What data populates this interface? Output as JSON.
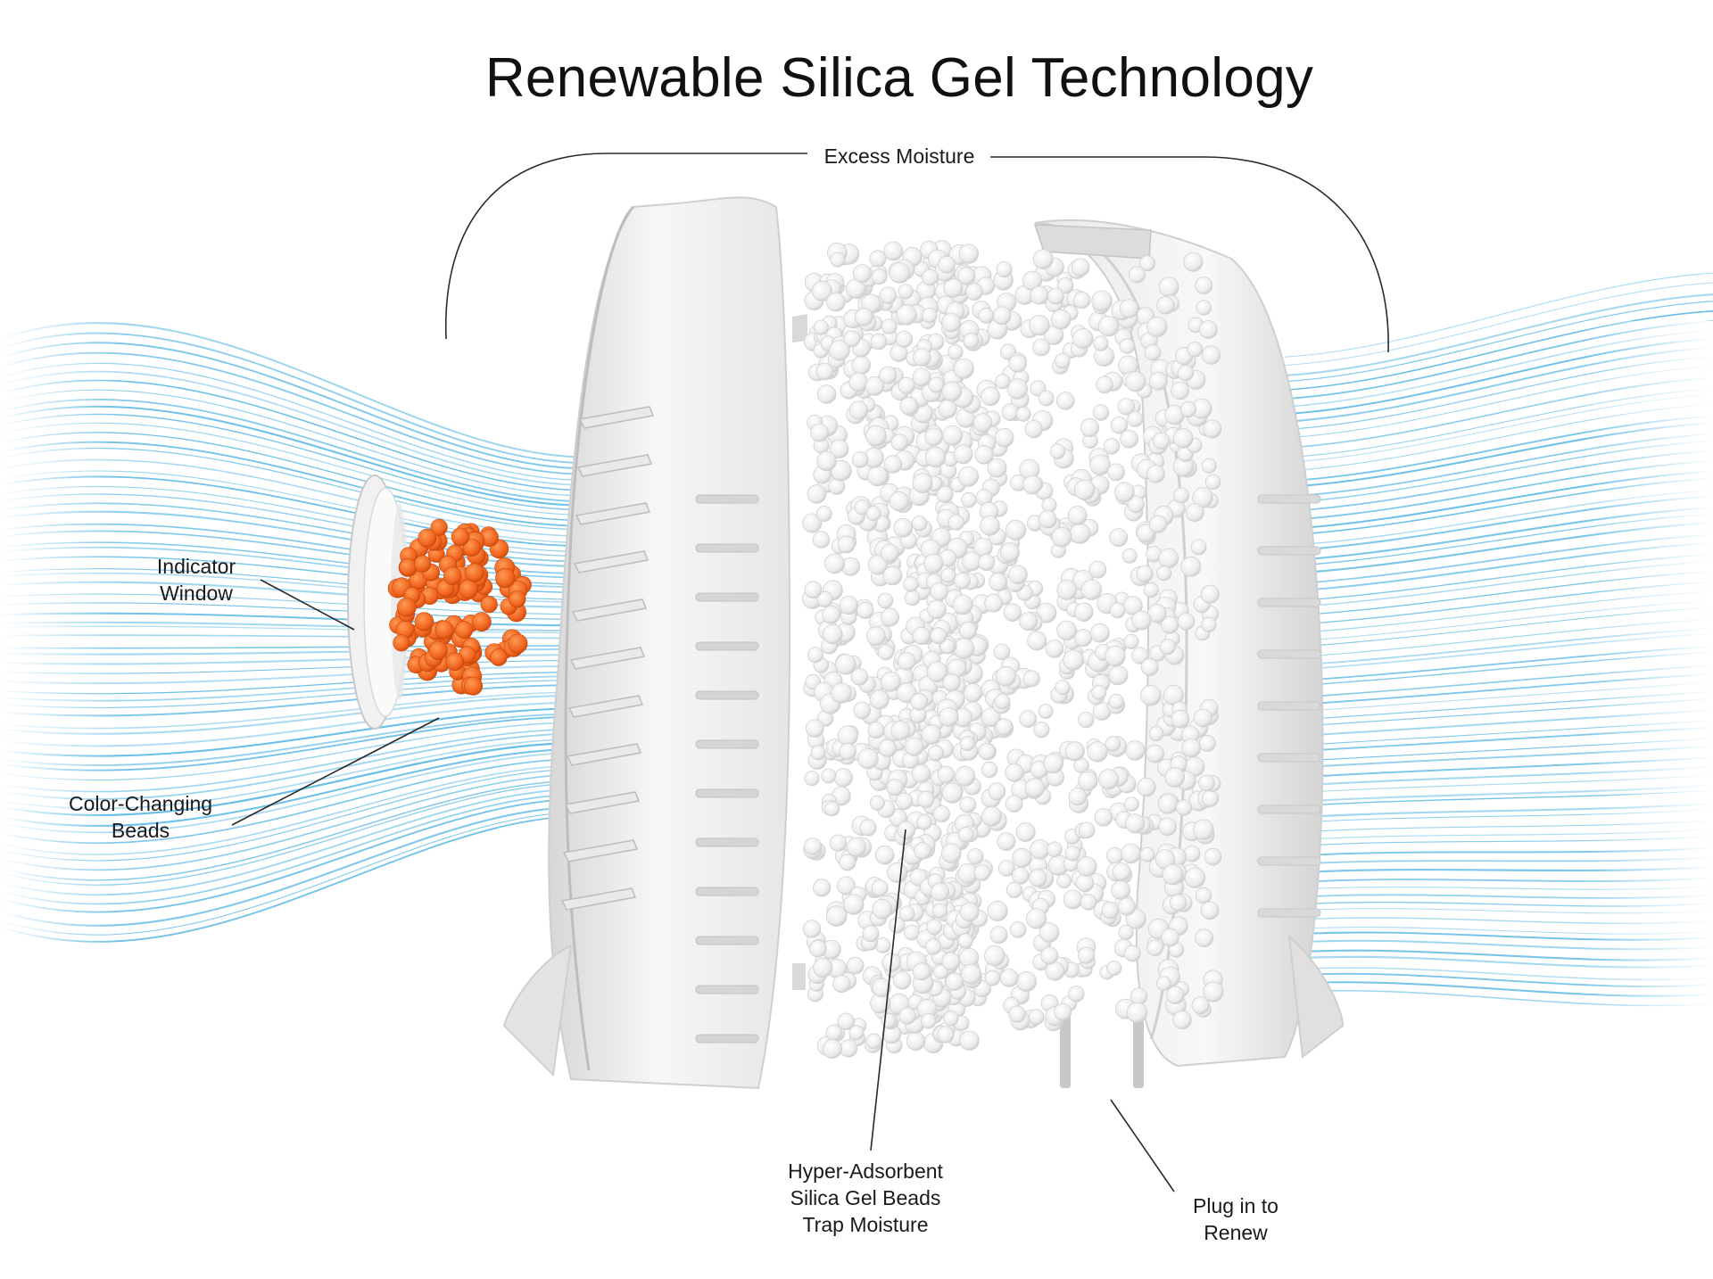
{
  "title": "Renewable Silica Gel Technology",
  "labels": {
    "excess_moisture": "Excess Moisture",
    "indicator_window": [
      "Indicator",
      "Window"
    ],
    "color_changing_beads": [
      "Color-Changing",
      "Beads"
    ],
    "silica_gel_beads": [
      "Hyper-Adsorbent",
      "Silica Gel Beads",
      "Trap Moisture"
    ],
    "plug_in": [
      "Plug in to",
      "Renew"
    ]
  },
  "colors": {
    "airflow": "#5ab8e6",
    "indicator_beads": "#f0651e",
    "silica_beads": "#ffffff",
    "housing": "#f2f2f2",
    "leader_lines": "#2a2a2a"
  }
}
